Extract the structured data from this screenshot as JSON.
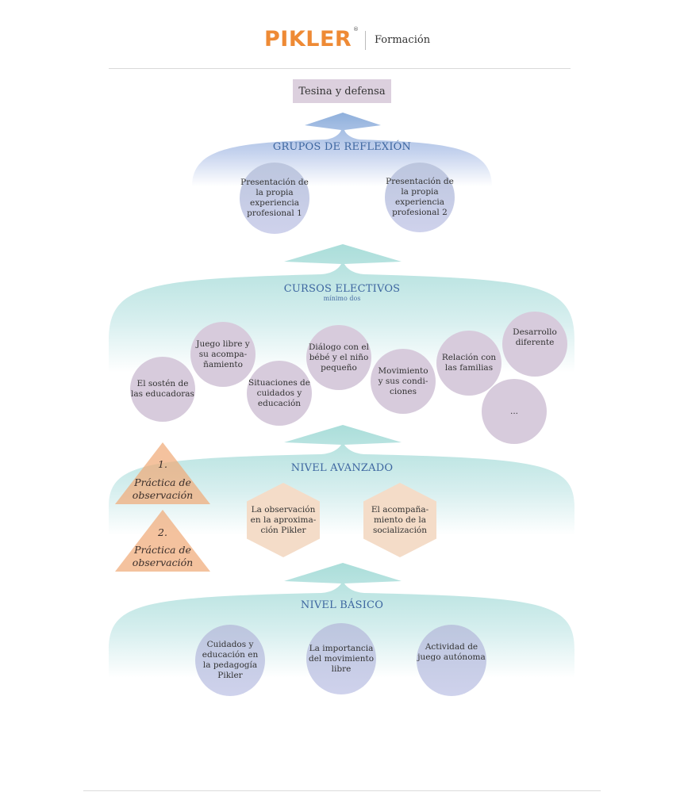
{
  "header": {
    "brand": "PIKLER",
    "registered_mark": "®",
    "subtitle": "Formación"
  },
  "top": {
    "label": "Tesina y defensa"
  },
  "groups_reflection": {
    "title": "GRUPOS DE REFLEXIÓN",
    "items": [
      "Presentación de la propia experiencia profesional 1",
      "Presentación de la propia experiencia profesional 2"
    ]
  },
  "electives": {
    "title": "CURSOS ELECTIVOS",
    "subtitle": "mínimo dos",
    "items": [
      "El sostén de las educadoras",
      "Juego libre y su acompa-ñamiento",
      "Situaciones de cuidados y educación",
      "Diálogo con el bébé y el niño pequeño",
      "Movimiento y sus condi-ciones",
      "Relación con las familias",
      "Desarrollo diferente",
      "..."
    ]
  },
  "advanced": {
    "title": "NIVEL AVANZADO",
    "items": [
      "La observación en la aproxima-ción Pikler",
      "El acompaña-miento de la socialización"
    ]
  },
  "practice": [
    {
      "number": "1.",
      "label": "Práctica de observación"
    },
    {
      "number": "2.",
      "label": "Práctica de observación"
    }
  ],
  "basic": {
    "title": "NIVEL BÁSICO",
    "items": [
      "Cuidados y educación en la pedagogía Pikler",
      "La importancia del movimiento libre",
      "Actividad de juego autónoma"
    ]
  },
  "colors": {
    "brand": "#ee8a35",
    "title_blue": "#3d66a0",
    "teal": "#a8dcd9",
    "blue_band": "#9db6de",
    "purple_circle": "#d7cbdc",
    "hexagon": "#f4dcc8",
    "triangle": "#f0aa78"
  }
}
